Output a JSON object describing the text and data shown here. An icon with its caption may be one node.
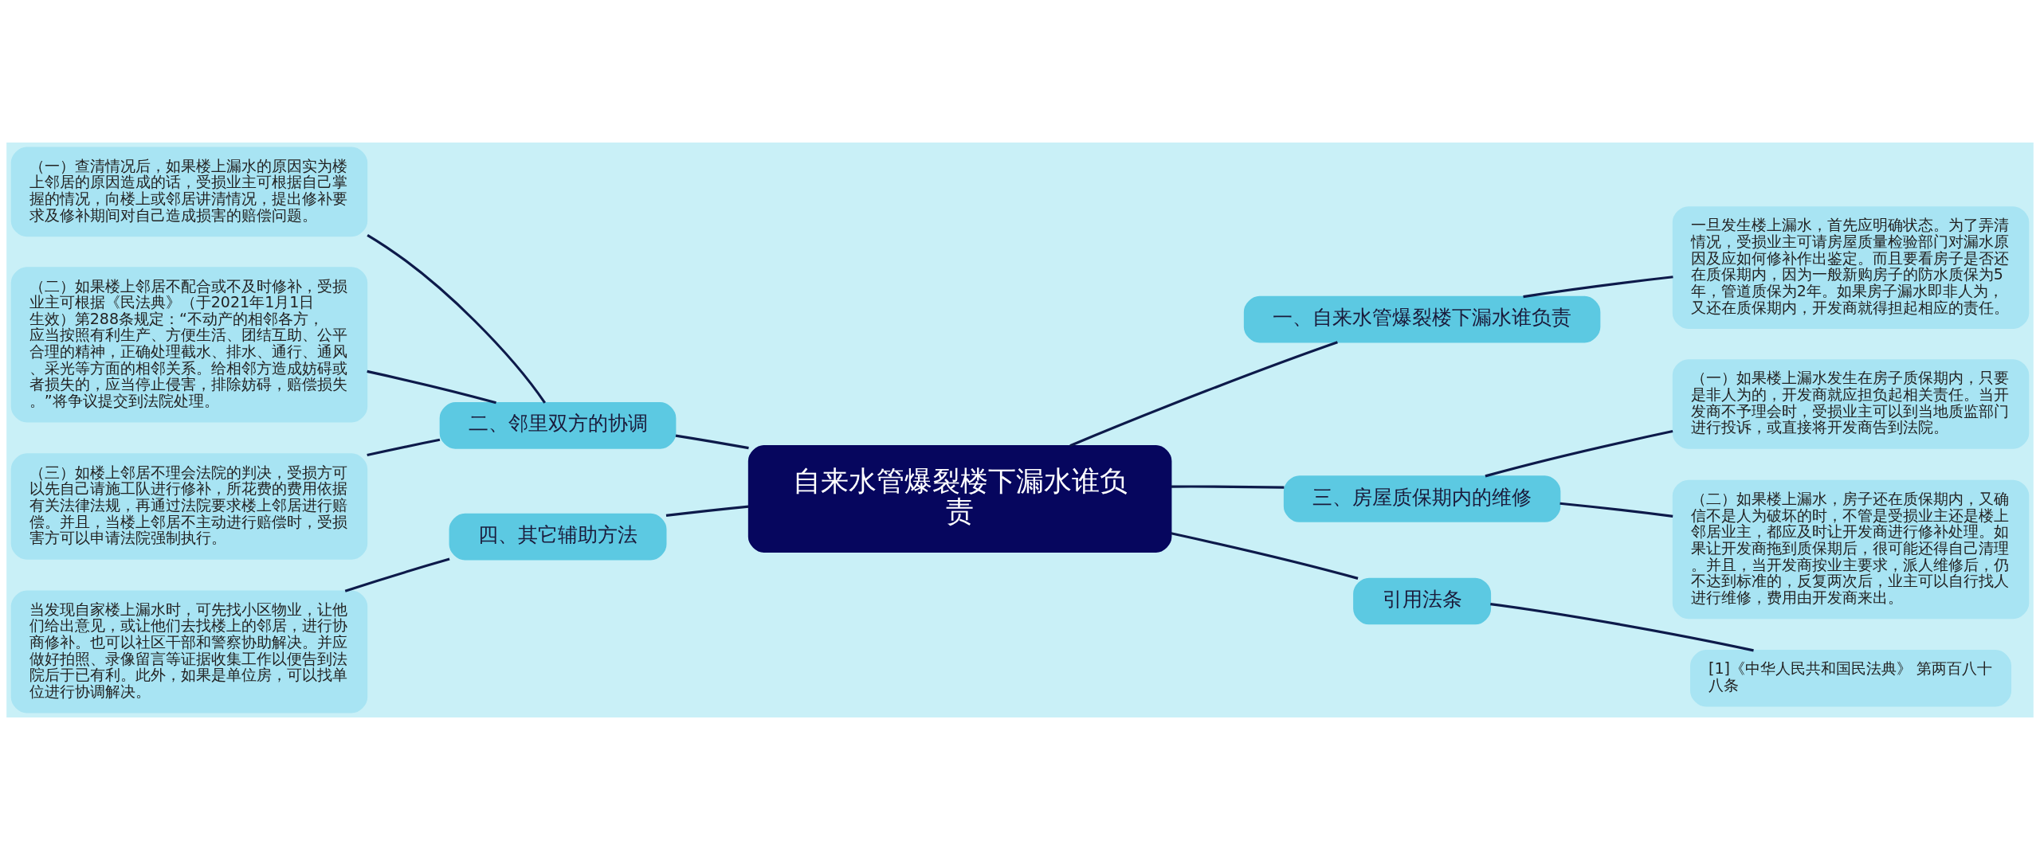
{
  "diagram": {
    "nodes": [
      {
        "text": [
          "自来水管爆裂楼下漏水谁负责"
        ]
      },
      {
        "text": [
          "一、自来水管爆裂楼下漏水谁负责"
        ]
      },
      {
        "text": [
          "一旦发生楼上漏水，首先应明确状态。为了弄清情况，受损业主可请房屋质量检验部门对漏水原因及应如何修补作出鉴定。而且要看房子是否还在质保期内，因为一般新购房子的防水质保为5年，管道质保为2年。如果房子漏水即非人为，又还在质保期内，开发商就得担起相应的责任。"
        ]
      },
      {
        "text": [
          "二、邻里双方的协调"
        ]
      },
      {
        "text": [
          "（一）查清情况后，如果楼上漏水的原因实为楼上邻居的原因造成的话，受损业主可根据自己掌握的情况，向楼上或邻居讲清情况，提出修补要求及修补期间对自己造成损害的赔偿问题。"
        ]
      },
      {
        "text": [
          "（二）如果楼上邻居不配合或不及时修补，受损业主可根据《民法典》（于2021年1月1日生效）第288条规定：“不动产的相邻各方，应当按照有利生产、方便生活、团结互助、公平合理的精神，正确处理截水、排水、通行、通风、采光等方面的相邻关系。给相邻方造成妨碍或者损失的，应当停止侵害，排除妨碍，赔偿损失。”将争议提交到法院处理。"
        ]
      },
      {
        "text": [
          "（三）如楼上邻居不理会法院的判决，受损方可以先自己请施工队进行修补，所花费的费用依据有关法律法规，再通过法院要求楼上邻居进行赔偿。并且，当楼上邻居不主动进行赔偿时，受损害方可以申请法院强制执行。"
        ]
      },
      {
        "text": [
          "三、房屋质保期内的维修"
        ]
      },
      {
        "text": [
          "（一）如果楼上漏水发生在房子质保期内，只要是非人为的，开发商就应担负起相关责任。当开发商不予理会时，受损业主可以到当地质监部门进行投诉，或直接将开发商告到法院。"
        ]
      },
      {
        "text": [
          "（二）如果楼上漏水，房子还在质保期内，又确信不是人为破坏的时，不管是受损业主还是楼上邻居业主，都应及时让开发商进行修补处理。如果让开发商拖到质保期后，很可能还得自己清理。并且，当开发商按业主要求，派人维修后，仍不达到标准的，反复两次后，业主可以自行找人进行维修，费用由开发商来出。"
        ]
      },
      {
        "text": [
          "四、其它辅助方法"
        ]
      },
      {
        "text": [
          "当发现自家楼上漏水时，可先找小区物业，让他们给出意见，或让他们去找楼上的邻居，进行协商修补。也可以社区干部和警察协助解决。并应做好拍照、录像留言等证据收集工作以便告到法院后于已有利。此外，如果是单位房，可以找单位进行协调解决。"
        ]
      },
      {
        "text": [
          "引用法条"
        ]
      },
      {
        "text": [
          "[1]《中华人民共和国民法典》 第两百八十八条"
        ]
      }
    ],
    "edges": [
      {
        "from": 0,
        "to": 1,
        "arrow": "none"
      },
      {
        "from": 1,
        "to": 2,
        "arrow": "none"
      },
      {
        "from": 0,
        "to": 3,
        "arrow": "none"
      },
      {
        "from": 3,
        "to": 4,
        "arrow": "none"
      },
      {
        "from": 3,
        "to": 5,
        "arrow": "none"
      },
      {
        "from": 3,
        "to": 6,
        "arrow": "none"
      },
      {
        "from": 0,
        "to": 7,
        "arrow": "none"
      },
      {
        "from": 7,
        "to": 8,
        "arrow": "none"
      },
      {
        "from": 7,
        "to": 9,
        "arrow": "none"
      },
      {
        "from": 0,
        "to": 10,
        "arrow": "none"
      },
      {
        "from": 10,
        "to": 11,
        "arrow": "none"
      },
      {
        "from": 0,
        "to": 12,
        "arrow": "none"
      },
      {
        "from": 12,
        "to": 13,
        "arrow": "none"
      }
    ]
  }
}
